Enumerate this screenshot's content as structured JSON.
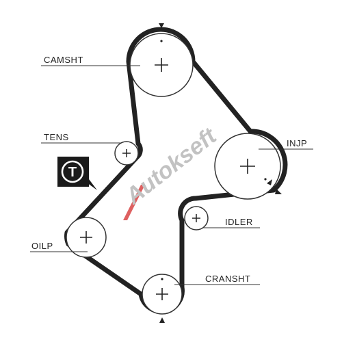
{
  "labels": {
    "camshaft": "CAMSHT",
    "tensioner": "TENS",
    "injection_pump": "INJP",
    "idler": "IDLER",
    "oil_pump": "OILP",
    "crankshaft": "CRANSHT"
  },
  "badge": {
    "letter": "T"
  },
  "watermark": {
    "text": "Autokseft",
    "color_grey": "#b8b8b8",
    "color_red": "#d94545"
  },
  "colors": {
    "belt": "#222222",
    "pulley": "#333333",
    "badge_bg": "#1a1a1a"
  }
}
